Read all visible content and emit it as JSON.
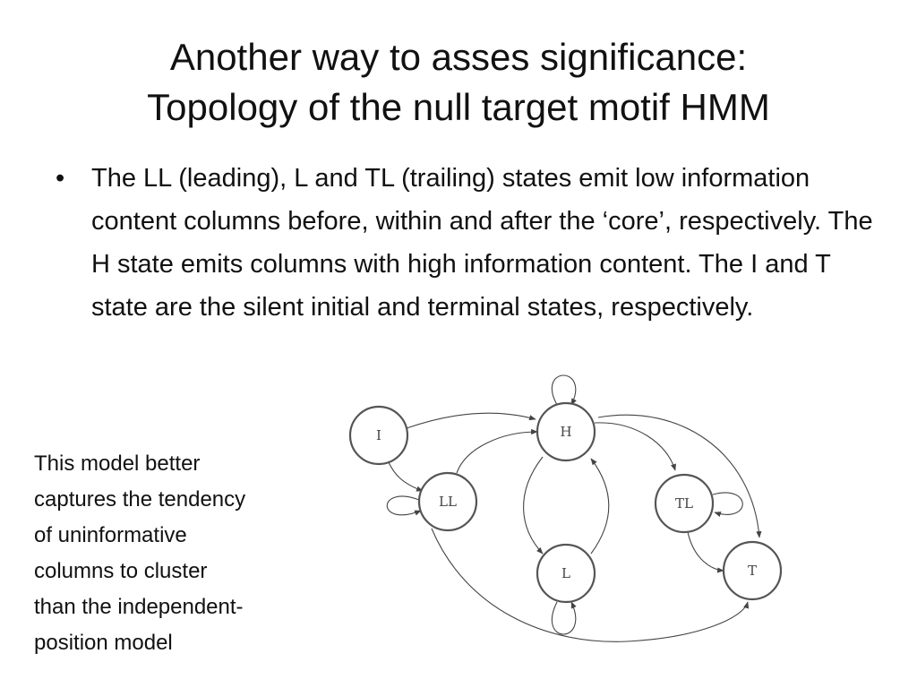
{
  "slide": {
    "title_lines": [
      "Another way to asses significance:",
      "Topology of the null target motif HMM"
    ],
    "bullet_marker": "•",
    "bullet_text": "The LL (leading), L and TL (trailing) states emit low information content columns before, within and after the ‘core’, respectively. The H state emits columns with high information content. The I and T state are the silent initial and terminal states, respectively.",
    "side_note_lines": [
      "This model better",
      "captures the tendency",
      "of uninformative",
      "columns to cluster",
      "than the independent-",
      "position model"
    ]
  },
  "diagram": {
    "nodes": [
      {
        "id": "I",
        "label": "I"
      },
      {
        "id": "H",
        "label": "H"
      },
      {
        "id": "LL",
        "label": "LL"
      },
      {
        "id": "TL",
        "label": "TL"
      },
      {
        "id": "L",
        "label": "L"
      },
      {
        "id": "T",
        "label": "T"
      }
    ],
    "edges": [
      {
        "from": "I",
        "to": "H"
      },
      {
        "from": "I",
        "to": "LL"
      },
      {
        "from": "LL",
        "to": "LL"
      },
      {
        "from": "LL",
        "to": "H"
      },
      {
        "from": "LL",
        "to": "T"
      },
      {
        "from": "H",
        "to": "H"
      },
      {
        "from": "H",
        "to": "L"
      },
      {
        "from": "L",
        "to": "H"
      },
      {
        "from": "L",
        "to": "L"
      },
      {
        "from": "H",
        "to": "TL"
      },
      {
        "from": "H",
        "to": "T"
      },
      {
        "from": "TL",
        "to": "TL"
      },
      {
        "from": "TL",
        "to": "T"
      }
    ]
  }
}
